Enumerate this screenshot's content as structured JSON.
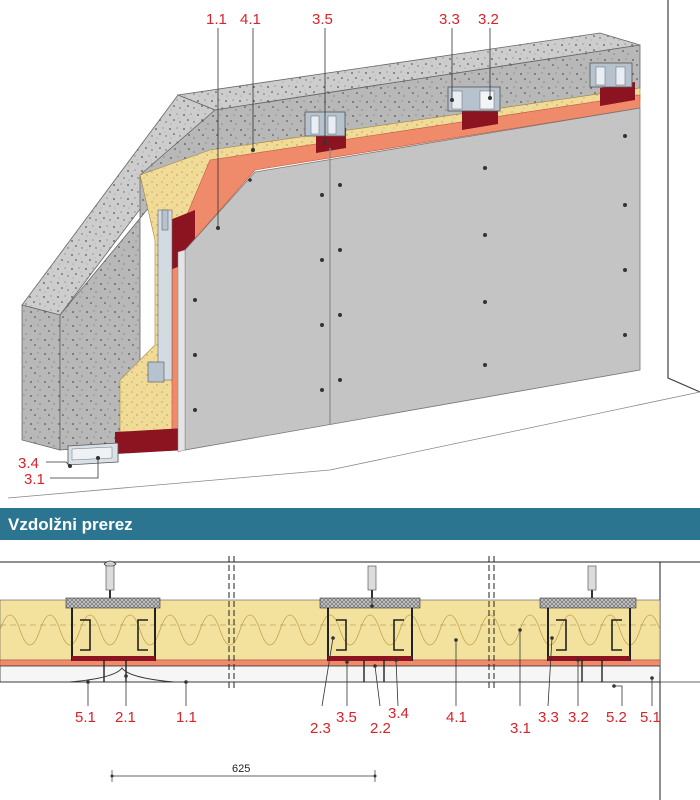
{
  "section_title": "Vzdolžni prerez",
  "dimension_label": "625",
  "top_callouts": {
    "c11": "1.1",
    "c41": "4.1",
    "c35": "3.5",
    "c33": "3.3",
    "c32": "3.2",
    "c34": "3.4",
    "c31": "3.1"
  },
  "bottom_callouts": {
    "c51a": "5.1",
    "c21": "2.1",
    "c11b": "1.1",
    "c23": "2.3",
    "c35b": "3.5",
    "c22": "2.2",
    "c34b": "3.4",
    "c41b": "4.1",
    "c31b": "3.1",
    "c33b": "3.3",
    "c32b": "3.2",
    "c52": "5.2",
    "c51b": "5.1"
  },
  "colors": {
    "concrete": "#c9c9c9",
    "insulation": "#f2df9e",
    "orange_layer": "#ef8a6a",
    "board": "#c4c4c4",
    "dark_red": "#8c1320",
    "banner": "#2c7590",
    "callout_red": "#d8232a"
  }
}
